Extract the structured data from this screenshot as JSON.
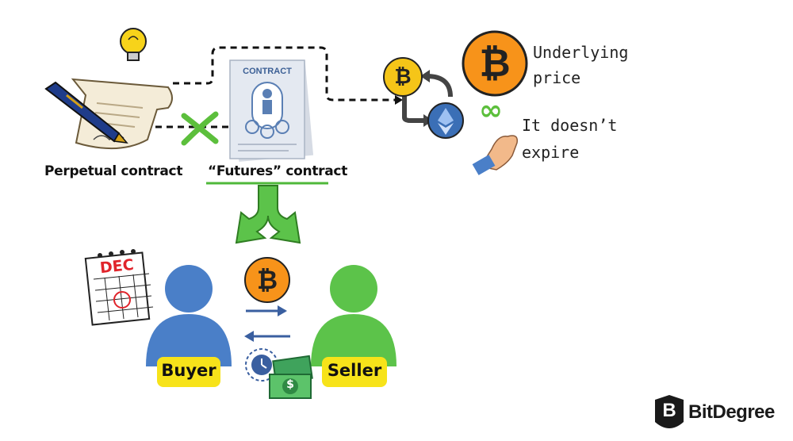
{
  "labels": {
    "perpetual": "Perpetual contract",
    "futures": "“Futures” contract",
    "contract_doc": "CONTRACT",
    "underlying_line1": "Underlying",
    "underlying_line2": "price",
    "expire_line1": "It doesn’t",
    "expire_line2": "expire",
    "calendar_month": "DEC",
    "buyer": "Buyer",
    "seller": "Seller",
    "brand": "BitDegree",
    "bitcoin_symbol": "₿",
    "dollar_symbol": "$",
    "infinity_symbol": "∞",
    "logo_letter": "B"
  },
  "colors": {
    "bitcoin_orange": "#f7931a",
    "bitcoin_yellow": "#f5c518",
    "eth_blue": "#3b6fb6",
    "buyer_blue": "#4a7fc8",
    "seller_green": "#5cc34a",
    "arrow_green": "#4fb83a",
    "tag_yellow": "#f7e31a",
    "cross_green": "#5cbf3c",
    "exchange_arrow": "#3a5fa0"
  }
}
